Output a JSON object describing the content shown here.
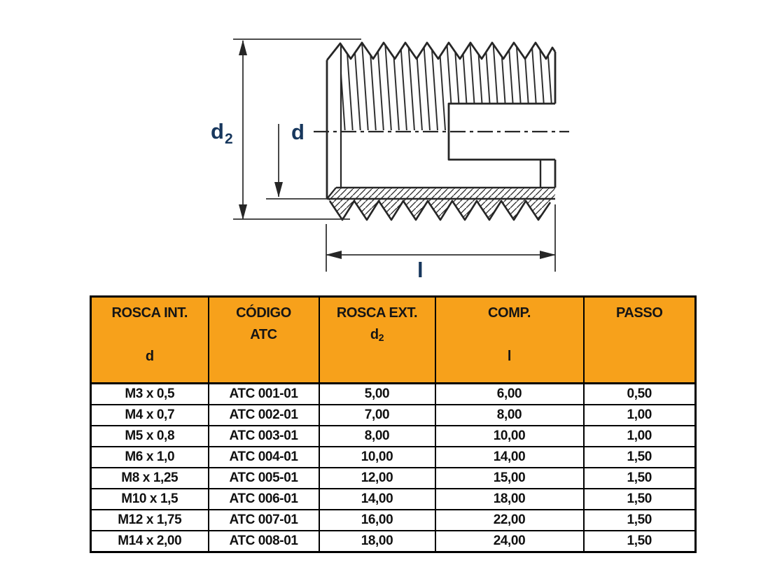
{
  "colors": {
    "header_orange": "#F7A11B",
    "drawing_line": "#262626",
    "dim_label_navy": "#17375D",
    "table_text": "#111111",
    "border_black": "#000000"
  },
  "drawing": {
    "dim_d2_base": "d",
    "dim_d2_sub": "2",
    "dim_d": "d",
    "dim_l": "l"
  },
  "table": {
    "header": [
      {
        "line1": "ROSCA INT.",
        "line2": "",
        "line3": "d"
      },
      {
        "line1": "CÓDIGO",
        "line2": "ATC",
        "line3": ""
      },
      {
        "line1": "ROSCA EXT.",
        "line2_base": "d",
        "line2_sub": "2",
        "line3": ""
      },
      {
        "line1": "COMP.",
        "line2": "",
        "line3": "l"
      },
      {
        "line1": "PASSO",
        "line2": "",
        "line3": ""
      }
    ],
    "rows": [
      [
        "M3 x 0,5",
        "ATC 001-01",
        "5,00",
        "6,00",
        "0,50"
      ],
      [
        "M4 x 0,7",
        "ATC 002-01",
        "7,00",
        "8,00",
        "1,00"
      ],
      [
        "M5 x 0,8",
        "ATC 003-01",
        "8,00",
        "10,00",
        "1,00"
      ],
      [
        "M6 x 1,0",
        "ATC 004-01",
        "10,00",
        "14,00",
        "1,50"
      ],
      [
        "M8 x 1,25",
        "ATC 005-01",
        "12,00",
        "15,00",
        "1,50"
      ],
      [
        "M10 x 1,5",
        "ATC 006-01",
        "14,00",
        "18,00",
        "1,50"
      ],
      [
        "M12 x 1,75",
        "ATC 007-01",
        "16,00",
        "22,00",
        "1,50"
      ],
      [
        "M14 x 2,00",
        "ATC 008-01",
        "18,00",
        "24,00",
        "1,50"
      ]
    ]
  }
}
